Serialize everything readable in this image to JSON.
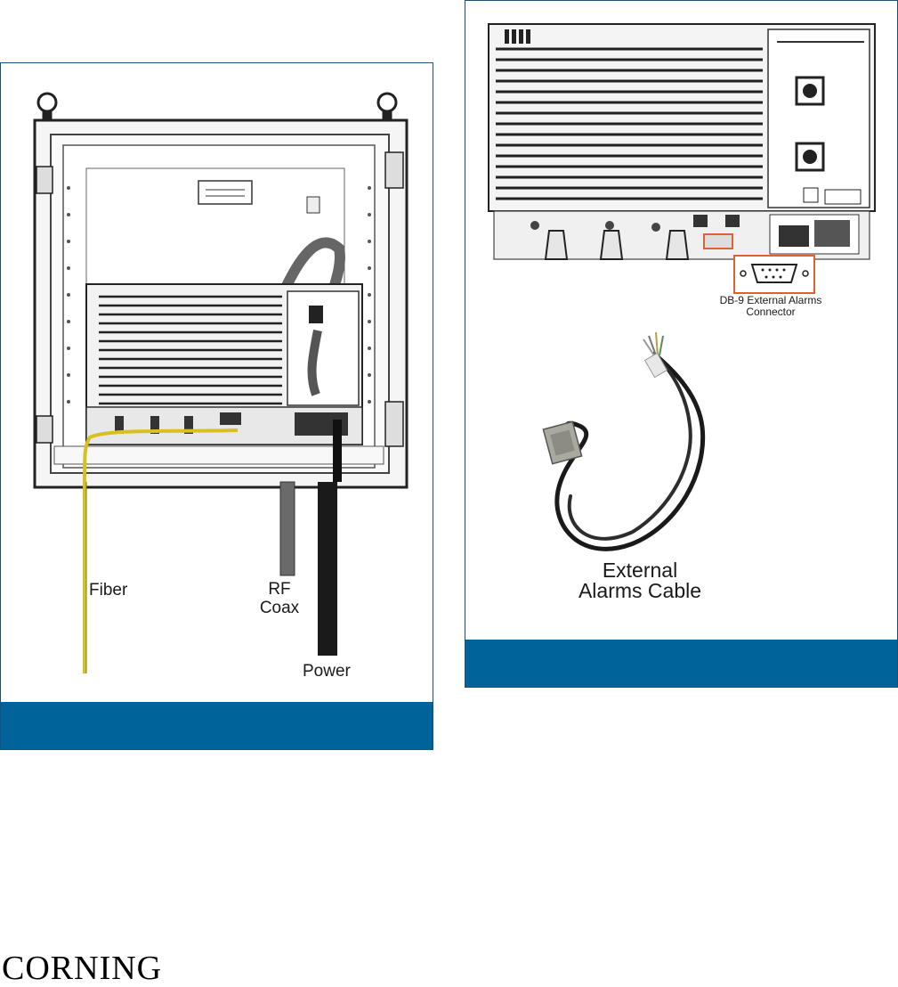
{
  "left_panel": {
    "labels": {
      "fiber": "Fiber",
      "rf_coax": "RF\nCoax",
      "power": "Power"
    }
  },
  "right_panel": {
    "labels": {
      "db9_connector": "DB-9 External Alarms\nConnector",
      "alarms_cable": "External\nAlarms Cable"
    }
  },
  "footer": {
    "logo": "CORNING"
  },
  "colors": {
    "caption_bar": "#00639a",
    "panel_border": "#1d4f73",
    "fiber_yellow": "#d9c020",
    "highlight_orange": "#e06030"
  }
}
